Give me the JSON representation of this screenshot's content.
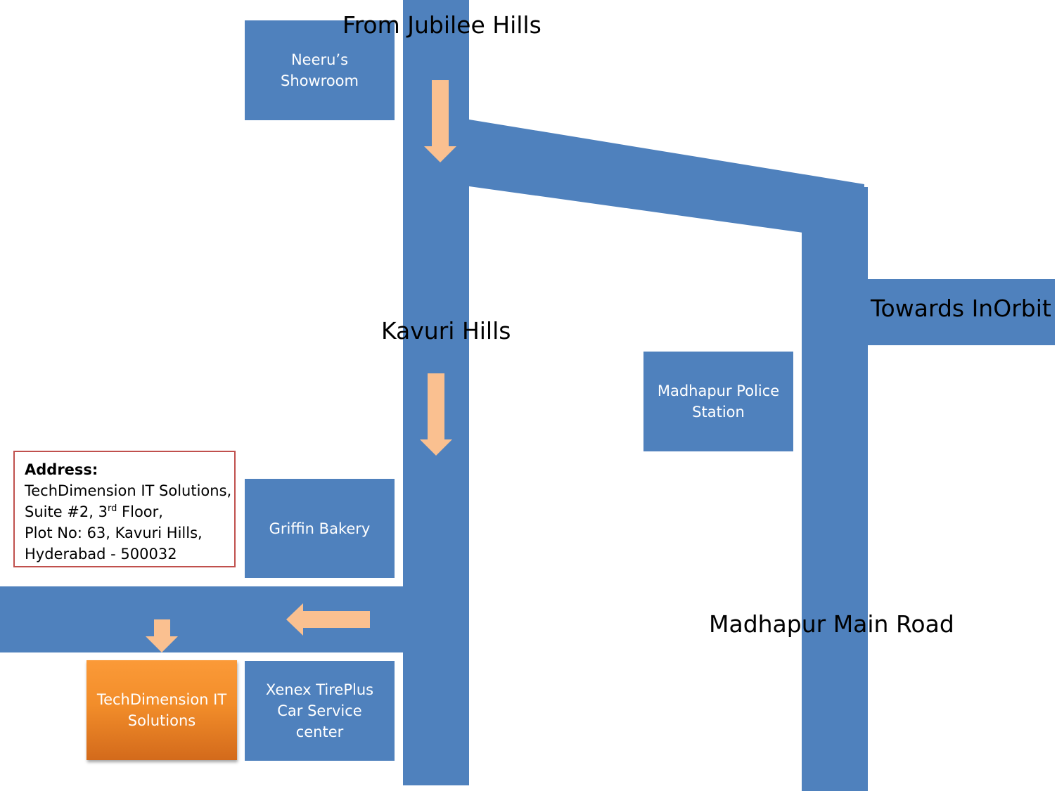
{
  "labels": {
    "from_jubilee": "From Jubilee Hills",
    "kavuri_hills": "Kavuri Hills",
    "towards_inorbit": "Towards InOrbit",
    "madhapur_main_road": "Madhapur Main Road"
  },
  "landmarks": {
    "neerus_showroom": "Neeru’s\nShowroom",
    "griffin_bakery": "Griffin Bakery",
    "xenex": "Xenex TirePlus\nCar Service\ncenter",
    "police_station": "Madhapur Police\nStation",
    "techdimension": "TechDimension IT\nSolutions"
  },
  "address": {
    "heading": "Address:",
    "line1": "TechDimension IT Solutions,",
    "line2_pre": "Suite #2, 3",
    "line2_sup": "rd",
    "line2_post": " Floor,",
    "line3": "Plot No: 63, Kavuri Hills,",
    "line4": "Hyderabad - 500032"
  },
  "colors": {
    "road": "#4f81bd",
    "arrow": "#fac090",
    "destination": "#f79646",
    "address_border": "#c0504d"
  }
}
